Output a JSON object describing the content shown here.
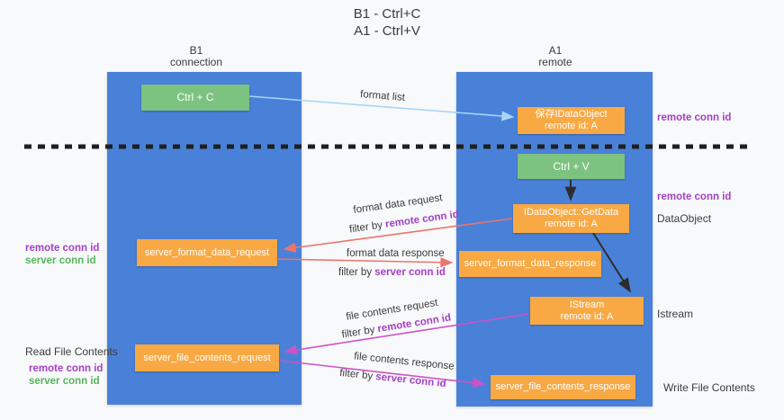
{
  "title": {
    "line1": "B1 - Ctrl+C",
    "line2": "A1 - Ctrl+V"
  },
  "lanes": {
    "b1": {
      "name": "B1",
      "subtitle": "connection"
    },
    "a1": {
      "name": "A1",
      "subtitle": "remote"
    }
  },
  "nodes": {
    "ctrl_c": {
      "label": "Ctrl + C"
    },
    "save_dataobject": {
      "line1": "保存IDataObject",
      "line2": "remote id: A"
    },
    "ctrl_v": {
      "label": "Ctrl + V"
    },
    "getdata": {
      "line1": "IDataObject::GetData",
      "line2": "remote id: A"
    },
    "format_request": {
      "label": "server_format_data_request"
    },
    "format_response": {
      "label": "server_format_data_response"
    },
    "istream": {
      "line1": "IStream",
      "line2": "remote id: A"
    },
    "file_request": {
      "label": "server_file_contents_request"
    },
    "file_response": {
      "label": "server_file_contents_response"
    }
  },
  "annotations": {
    "remote_conn_id_top": "remote conn id",
    "remote_conn_id_mid": "remote conn id",
    "dataobject": "DataObject",
    "istream": "Istream",
    "write_file_contents": "Write File Contents",
    "read_file_contents": "Read File Contents",
    "left_mid": {
      "remote": "remote conn id",
      "server": "server conn id"
    },
    "left_bottom": {
      "remote": "remote conn id",
      "server": "server conn id"
    }
  },
  "arrow_labels": {
    "format_list": "format list",
    "format_data_request": {
      "text": "format data request",
      "filter_prefix": "filter by ",
      "filter_value": "remote conn id"
    },
    "format_data_response": {
      "text": "format data response",
      "filter_prefix": "filter by ",
      "filter_value": "server conn id"
    },
    "file_contents_request": {
      "text": "file contents request",
      "filter_prefix": "filter by ",
      "filter_value": "remote conn id"
    },
    "file_contents_response": {
      "text": "file contents response",
      "filter_prefix": "filter by ",
      "filter_value": "server conn id"
    }
  },
  "colors": {
    "lane_blue": "#4a81d8",
    "action_green": "#7cc280",
    "node_orange": "#f8a944",
    "arrow_light_blue": "#a9d5f5",
    "arrow_black": "#2d2d2d",
    "arrow_red": "#e9756b",
    "arrow_magenta": "#ce52c8",
    "conn_purple": "#a340c6",
    "conn_green": "#55b45c",
    "dashed_divider": "#1f1f1f"
  }
}
